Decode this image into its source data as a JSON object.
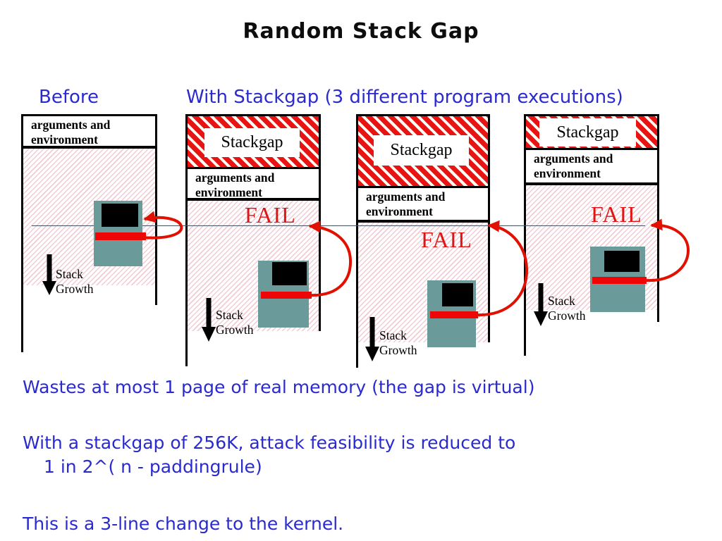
{
  "title": "Random Stack Gap",
  "headings": {
    "before": "Before",
    "with_stackgap": "With Stackgap  (3 different program executions)"
  },
  "diagram_labels": {
    "args_line1": "arguments and",
    "args_line2": "environment",
    "stackgap": "Stackgap",
    "fail": "FAIL",
    "stack_growth_line1": "Stack",
    "stack_growth_line2": "Growth"
  },
  "notes": {
    "line1": "Wastes at most 1 page of real memory (the gap is virtual)",
    "line2": "With a stackgap of 256K, attack feasibility is reduced to",
    "line3": "1 in 2^( n - paddingrule)",
    "line4": "This is a 3-line change to the kernel."
  },
  "colors": {
    "heading_blue": "#2a2ace",
    "hatch_red": "#e81414",
    "fail_red": "#e11414",
    "arrow_red": "#e11000",
    "machine_teal": "#6a9a9a",
    "pink_hatch": "#f2ccd5",
    "address_line_gray": "#44525f"
  }
}
